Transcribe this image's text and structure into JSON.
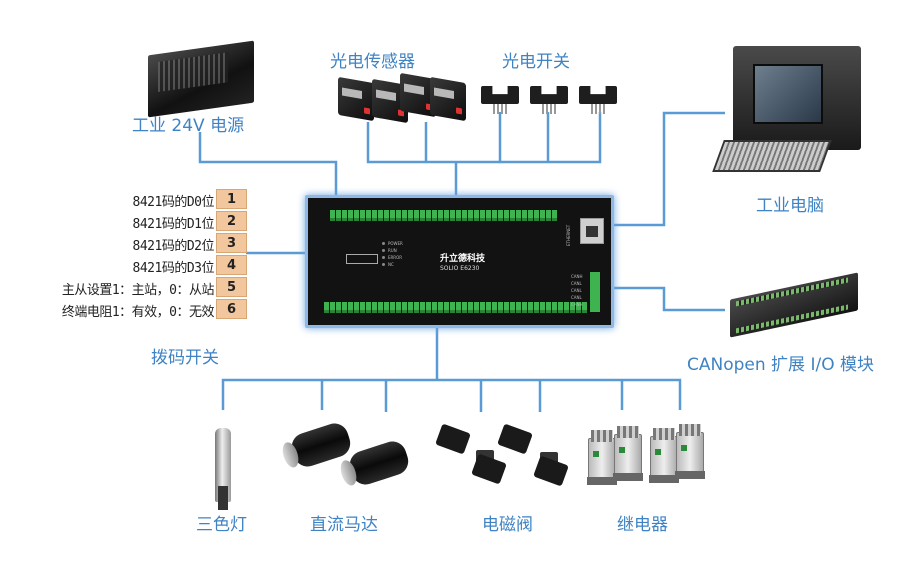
{
  "diagram": {
    "line_color": "#5b9bd5",
    "label_color": "#3f83c4",
    "controller": {
      "brand_label": "升立德科技",
      "model_label": "SOLIO E6230",
      "port_label": "ETHERNET",
      "led_labels": [
        "POWER",
        "RUN",
        "ERROR",
        "NC"
      ],
      "can_labels": [
        "CANH",
        "CANL",
        "CANL",
        "CANL",
        "CANH"
      ]
    },
    "power_supply": {
      "label": "工业 24V 电源"
    },
    "photo_sensor": {
      "label": "光电传感器"
    },
    "photo_switch": {
      "label": "光电开关"
    },
    "industrial_pc": {
      "label": "工业电脑"
    },
    "canopen_io": {
      "label": "CANopen 扩展 I/O 模块"
    },
    "dip_switch": {
      "label": "拨码开关",
      "rows": [
        {
          "text": "8421码的D0位",
          "num": "1"
        },
        {
          "text": "8421码的D1位",
          "num": "2"
        },
        {
          "text": "8421码的D2位",
          "num": "3"
        },
        {
          "text": "8421码的D3位",
          "num": "4"
        },
        {
          "text": "主从设置1：主站，0：从站",
          "num": "5"
        },
        {
          "text": "终端电阻1：有效，0：无效",
          "num": "6"
        }
      ]
    },
    "outputs": {
      "lamp": {
        "label": "三色灯"
      },
      "dc_motor": {
        "label": "直流马达"
      },
      "solenoid_valve": {
        "label": "电磁阀"
      },
      "relay": {
        "label": "继电器"
      }
    }
  }
}
